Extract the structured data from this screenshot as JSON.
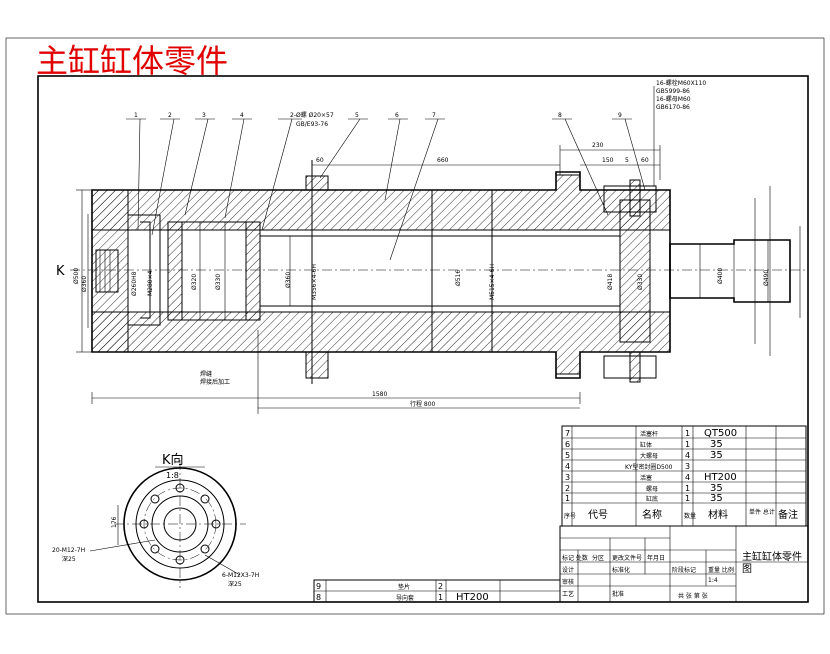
{
  "title": "主缸缸体零件",
  "k_marker": "K",
  "balloons": [
    "1",
    "2",
    "3",
    "4",
    "5",
    "6",
    "7",
    "8",
    "9"
  ],
  "notes": {
    "top_left_1": "2-Ø螺 Ø20×57",
    "top_left_2": "GB/E93-76",
    "top_right_1": "16-螺栓M60X110",
    "top_right_2": "GB5999-86",
    "top_right_3": "16-螺母M60",
    "top_right_4": "GB6170-86",
    "weld_1": "焊缝",
    "weld_2": "焊接后加工"
  },
  "dimensions": {
    "d60_left": "60",
    "d660": "660",
    "d230": "230",
    "d150": "150",
    "d5": "5",
    "d60_right": "60",
    "d500": "Ø500",
    "d_inner": "Ø360",
    "m356x4": "M356×4-6H",
    "phi516": "Ø516",
    "m515x4": "M515×4-6H",
    "rod1": "Ø418",
    "rod2": "Ø330",
    "phi400": "Ø400",
    "phi490": "Ø490",
    "gland1": "Ø260H8",
    "gland2": "M280×4",
    "piston1": "Ø320",
    "piston2": "Ø330",
    "piston3": "Ø360",
    "overall": "1580",
    "stroke": "行程 800"
  },
  "k_view": {
    "title": "K向",
    "scale": "1:8",
    "thread_1": "20-M12-7H",
    "depth_1": "深25",
    "thread_2": "6-M12X3-7H",
    "depth_2": "深25",
    "dim_176": "176"
  },
  "parts": [
    {
      "no": "7",
      "name": "活塞杆",
      "qty": "1",
      "material": "QT500"
    },
    {
      "no": "6",
      "name": "缸体",
      "qty": "1",
      "material": "35"
    },
    {
      "no": "5",
      "name": "大螺母",
      "qty": "4",
      "material": "35"
    },
    {
      "no": "4",
      "name": "KY型密封圈D500",
      "qty": "3",
      "material": ""
    },
    {
      "no": "3",
      "name": "活塞",
      "qty": "4",
      "material": "HT200"
    },
    {
      "no": "2",
      "name": "螺母",
      "qty": "1",
      "material": "35"
    },
    {
      "no": "1",
      "name": "缸底",
      "qty": "1",
      "material": "35"
    }
  ],
  "parts_header": {
    "seq": "序号",
    "code": "代号",
    "name": "名称",
    "qty": "数量",
    "material": "材料",
    "weight": "单件 总计",
    "remark": "备注"
  },
  "title_block": {
    "mark": "标记 处数",
    "zone": "分区",
    "change_doc": "更改文件号",
    "date": "年月日",
    "design": "设计",
    "standard": "标准化",
    "audit": "审核",
    "craft": "工艺",
    "approve": "批准",
    "stage": "阶段标记",
    "scale": "重量 比例",
    "scale_value": "1:4",
    "sheets": "共 张 第 张",
    "drawing_name": "主缸缸体零件",
    "drawing_type": "图"
  },
  "sub_parts": [
    {
      "no": "9",
      "name": "垫片",
      "qty": "2",
      "material": ""
    },
    {
      "no": "8",
      "name": "导向套",
      "qty": "1",
      "material": "HT200"
    }
  ]
}
